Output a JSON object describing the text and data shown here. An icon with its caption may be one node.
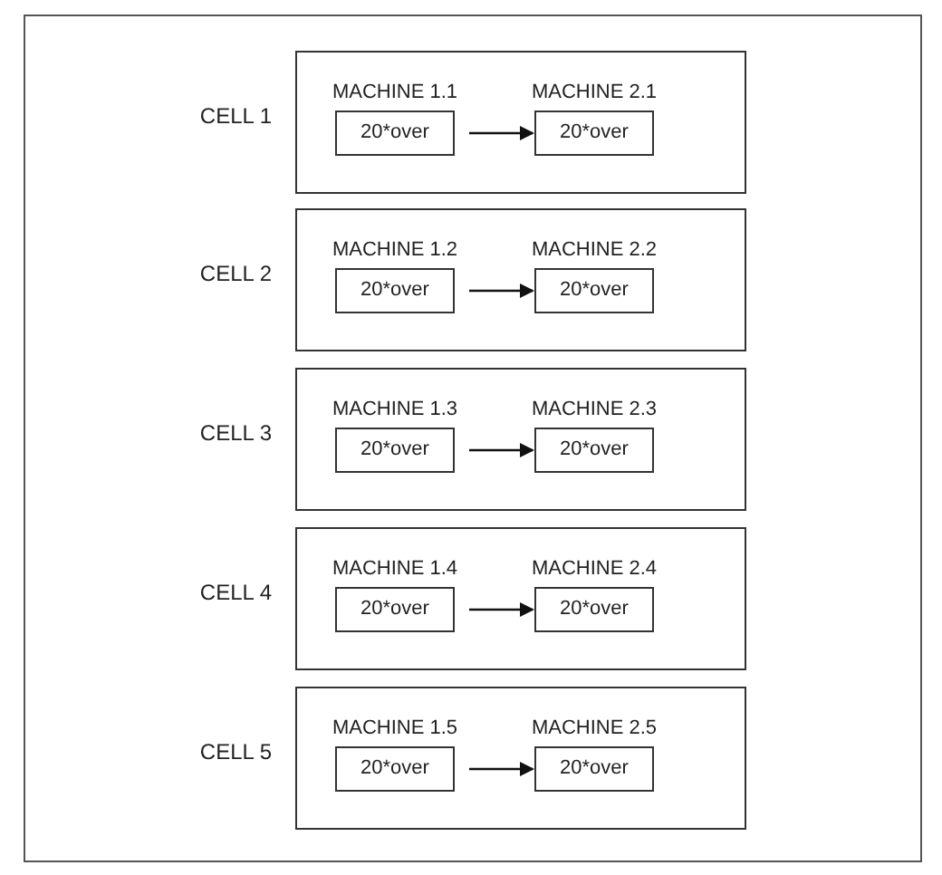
{
  "diagram": {
    "nodes": [
      {
        "text": [
          "CELL 1"
        ]
      },
      {
        "text": [
          "MACHINE 1.1",
          "20*over"
        ],
        "in": 0
      },
      {
        "text": [
          "MACHINE 2.1",
          "20*over"
        ],
        "in": 0
      },
      {
        "text": [
          "CELL 2"
        ]
      },
      {
        "text": [
          "MACHINE 1.2",
          "20*over"
        ],
        "in": 3
      },
      {
        "text": [
          "MACHINE 2.2",
          "20*over"
        ],
        "in": 3
      },
      {
        "text": [
          "CELL 3"
        ]
      },
      {
        "text": [
          "MACHINE 1.3",
          "20*over"
        ],
        "in": 6
      },
      {
        "text": [
          "MACHINE 2.3",
          "20*over"
        ],
        "in": 6
      },
      {
        "text": [
          "CELL 4"
        ]
      },
      {
        "text": [
          "MACHINE 1.4",
          "20*over"
        ],
        "in": 9
      },
      {
        "text": [
          "MACHINE 2.4",
          "20*over"
        ],
        "in": 9
      },
      {
        "text": [
          "CELL 5"
        ]
      },
      {
        "text": [
          "MACHINE 1.5",
          "20*over"
        ],
        "in": 12
      },
      {
        "text": [
          "MACHINE 2.5",
          "20*over"
        ],
        "in": 12
      }
    ],
    "edges": [
      {
        "from": 1,
        "to": 2,
        "arrow": "to"
      },
      {
        "from": 4,
        "to": 5,
        "arrow": "to"
      },
      {
        "from": 7,
        "to": 8,
        "arrow": "to"
      },
      {
        "from": 10,
        "to": 11,
        "arrow": "to"
      },
      {
        "from": 13,
        "to": 14,
        "arrow": "to"
      }
    ]
  }
}
